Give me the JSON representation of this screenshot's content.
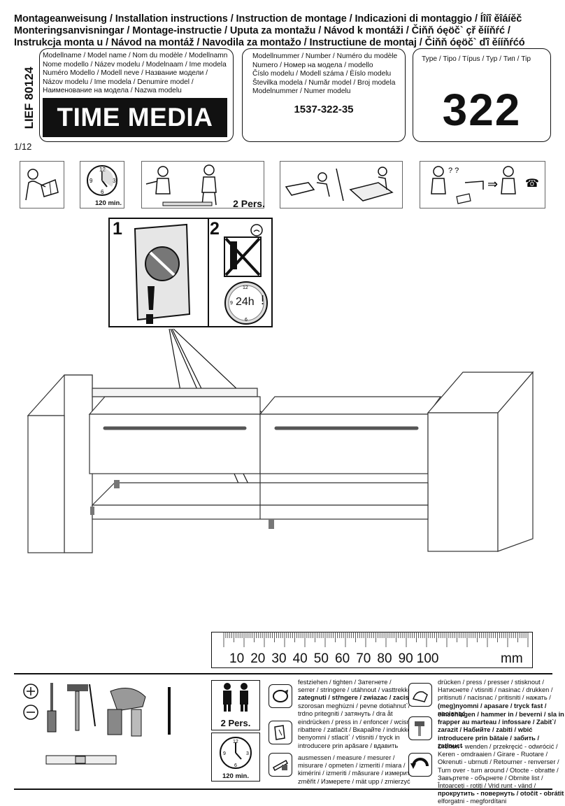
{
  "header": {
    "lines": [
      "Montageanweisung / Installation instructions / Instruction de montage / Indicazioni di montaggio / Íîíî  ěîáíěč",
      "Monteringsanvisningar / Montage-instructie / Uputa za montažu / Návod k montáži / Čiňň óęöč` çř ěííňŕć /",
      "Instrukcja monta u / Návod na montáž / Navodila za montažo / Instructiune de montaj / Čiňň óęöč` ďî ěííňŕćó"
    ]
  },
  "side_code": "LIEF 80124",
  "page_number": "1/12",
  "model_box": {
    "lines": [
      "Modellname / Model name / Nom du modèle / Modellnamn",
      "Nome modello / Název modelu / Modelnaam / Ime modela",
      "Numéro Modello / Modell neve / Название модели /",
      "Názov modelu / Ime modela / Denumire model /",
      "Наименование на модела / Nazwa modelu"
    ],
    "brand": "TIME MEDIA"
  },
  "number_box": {
    "lines": [
      "Modellnummer / Number / Numéro du modèle",
      "Numero /  Номер на модела / modello",
      "Číslo modelu / Modell száma / Èíslo modelu",
      "Številka modela / Număr model / Broj modela",
      "Modelnummer / Numer modelu"
    ],
    "value": "1537-322-35"
  },
  "type_box": {
    "label": "Type / Tipo / Típus / Typ / Тип / Tip",
    "value": "322"
  },
  "top_icons": {
    "time_label": "120 min.",
    "persons_label": "2 Pers."
  },
  "warning": {
    "step1": "1",
    "step2": "2",
    "clock_text": "24h",
    "exclaim": "!"
  },
  "ruler": {
    "numbers": [
      "10",
      "20",
      "30",
      "40",
      "50",
      "60",
      "70",
      "80",
      "90",
      "100"
    ],
    "unit": "mm"
  },
  "legend": {
    "persons_label": "2 Pers.",
    "time_label": "120 min.",
    "col1": [
      {
        "lines": [
          "festziehen / tighten / Затегнете /",
          "serrer / stringere / utáhnout / vasttrekken /",
          "zategnuti / střngere / zwiazac / zacisnąć",
          "szorosan meghúzni / pevne dotiahnut`/",
          "trdno pritegniti / затянуть / dra åt"
        ]
      },
      {
        "lines": [
          "eindrücken / press in / enfoncer / wcisnąć",
          "ribattere / zatlačit / Вкарайте / indrukken",
          "benyomni / stlacit` / vtisniti / tryck in",
          "introducere prin apăsare / вдавить"
        ]
      },
      {
        "lines": [
          "ausmessen / measure / mesurer /",
          "misurare / opmeten / izmeriti / miara /",
          "kiméríni / izmeriti / măsurare / измерить",
          "změřit / Измерете / mät upp / zmierzyć"
        ]
      }
    ],
    "col2": [
      {
        "lines": [
          "drücken / press / presser / stisknout /",
          "Натиснете / vtisniti / nasinac / drukken /",
          "pritisnuti / nacisnac / pritisniti / нажать /",
          "(meg)nyomni / apasare / tryck fast / nacisnąć"
        ]
      },
      {
        "lines": [
          "einschlagen / hammer in / beverni / sla in",
          "frapper au marteau / infossare / Zabit`/",
          "zarazit / Набийте / zabiti / wbić",
          "introducere prin bătaie / забить / zatlouct"
        ]
      },
      {
        "lines": [
          "Drehen - wenden / przekręcić - odwrócić /",
          "Keren - omdraaien / Girare - Ruotare /",
          "Okrenuti - ubrnuti / Retourner - renverser /",
          "Turn over - turn around / Otocte - obratte /",
          "Завъртете - обърнете / Obrnite list /",
          "Întoarceți - rotiți / Vrid runt - vänd /",
          "прокрутить - повернуть / otočit - obrátit",
          "elforgatni - megfordítani"
        ]
      }
    ]
  }
}
